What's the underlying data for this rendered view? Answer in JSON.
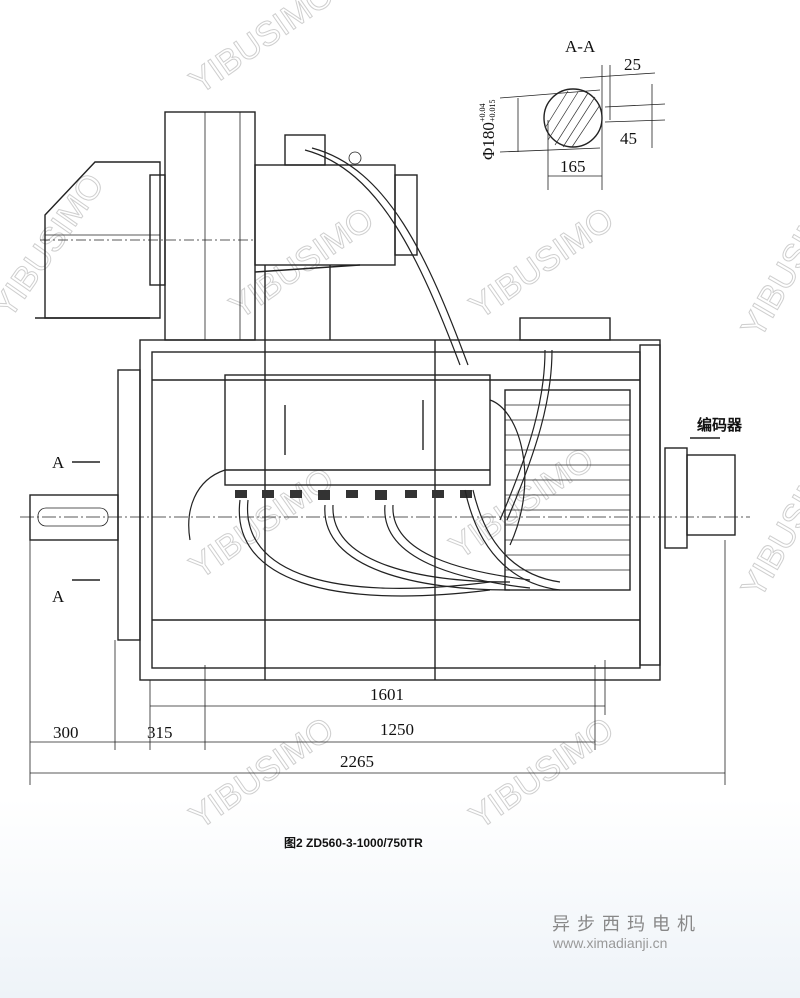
{
  "watermark": "YIBUSIMO",
  "section": {
    "title": "A-A",
    "diameter": "Φ180",
    "tol_upper": "+0.04",
    "tol_lower": "+0.015",
    "width": "165",
    "key_width": "25",
    "key_depth": "45"
  },
  "labels": {
    "section_mark": "A",
    "encoder": "编码器"
  },
  "dimensions": {
    "d1601": "1601",
    "d300": "300",
    "d315": "315",
    "d1250": "1250",
    "d2265": "2265"
  },
  "caption": "图2 ZD560-3-1000/750TR",
  "brand": {
    "name": "异步西玛电机",
    "url": "www.ximadianji.cn"
  }
}
